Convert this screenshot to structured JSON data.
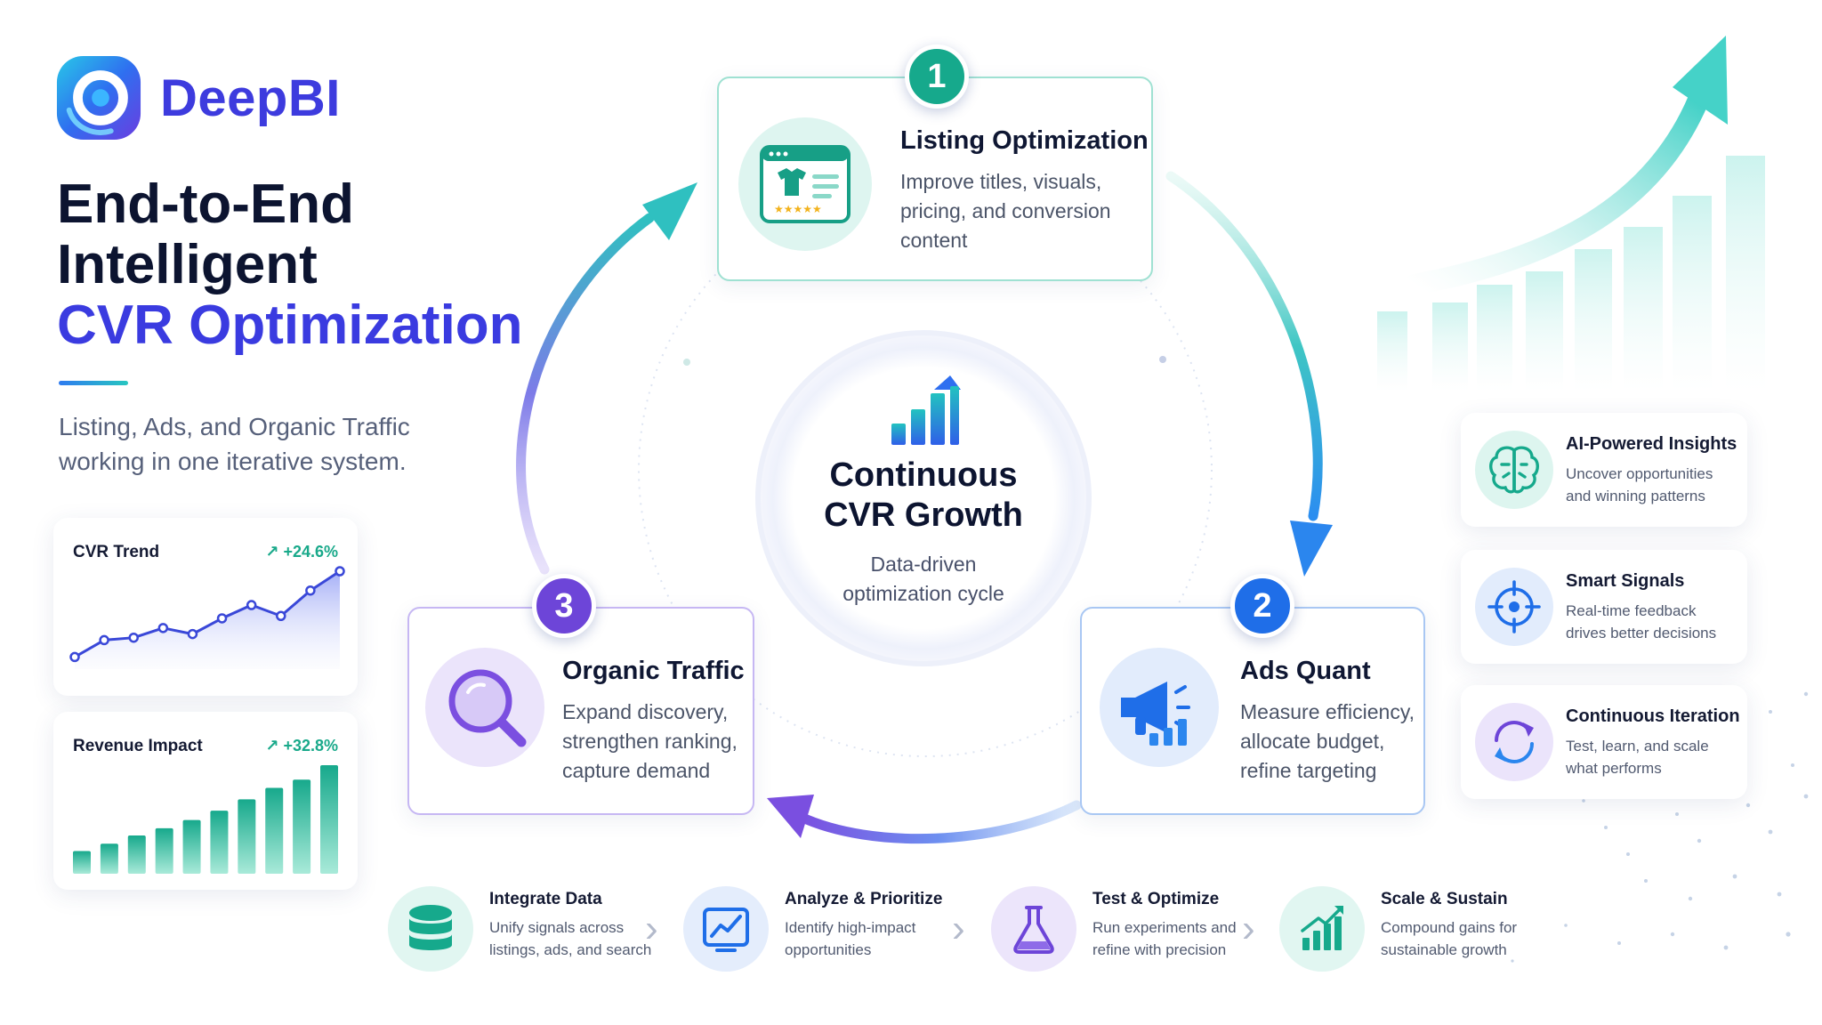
{
  "brand": {
    "name": "DeepBI"
  },
  "headline": {
    "line1": "End-to-End",
    "line2": "Intelligent",
    "line3": "CVR Optimization"
  },
  "subtitle": {
    "line1": "Listing, Ads, and Organic Traffic",
    "line2": "working in one iterative system."
  },
  "metrics": [
    {
      "title": "CVR Trend",
      "delta": "↗ +24.6%",
      "type": "line",
      "values": [
        1,
        2.4,
        2.6,
        3.4,
        2.9,
        4.2,
        5.3,
        4.4,
        6.5,
        8.1
      ]
    },
    {
      "title": "Revenue Impact",
      "delta": "↗ +32.8%",
      "type": "bar",
      "values": [
        2.2,
        2.9,
        3.7,
        4.4,
        5.2,
        6.1,
        7.2,
        8.3,
        9.1,
        10.5
      ]
    }
  ],
  "steps": [
    {
      "number": "1",
      "title": "Listing Optimization",
      "desc_lines": [
        "Improve titles, visuals,",
        "pricing, and conversion",
        "content"
      ],
      "icon": "listing-page-icon"
    },
    {
      "number": "2",
      "title": "Ads Quant",
      "desc_lines": [
        "Measure efficiency,",
        "allocate budget,",
        "refine targeting"
      ],
      "icon": "megaphone-icon"
    },
    {
      "number": "3",
      "title": "Organic Traffic",
      "desc_lines": [
        "Expand discovery,",
        "strengthen ranking,",
        "capture demand"
      ],
      "icon": "magnifier-icon"
    }
  ],
  "center": {
    "title_line1": "Continuous",
    "title_line2": "CVR Growth",
    "sub_line1": "Data-driven",
    "sub_line2": "optimization cycle",
    "icon": "growth-chart-icon"
  },
  "features": [
    {
      "title": "AI-Powered Insights",
      "desc_lines": [
        "Uncover opportunities",
        "and winning patterns"
      ],
      "icon": "brain-icon"
    },
    {
      "title": "Smart Signals",
      "desc_lines": [
        "Real-time feedback",
        "drives better decisions"
      ],
      "icon": "target-icon"
    },
    {
      "title": "Continuous Iteration",
      "desc_lines": [
        "Test, learn, and scale",
        "what performs"
      ],
      "icon": "refresh-icon"
    }
  ],
  "process": [
    {
      "title": "Integrate Data",
      "desc_lines": [
        "Unify signals across",
        "listings, ads, and search"
      ],
      "icon": "database-icon"
    },
    {
      "title": "Analyze & Prioritize",
      "desc_lines": [
        "Identify high-impact",
        "opportunities"
      ],
      "icon": "analytics-icon"
    },
    {
      "title": "Test & Optimize",
      "desc_lines": [
        "Run experiments and",
        "refine with precision"
      ],
      "icon": "flask-icon"
    },
    {
      "title": "Scale & Sustain",
      "desc_lines": [
        "Compound gains for",
        "sustainable growth"
      ],
      "icon": "bar-growth-icon"
    }
  ],
  "colors": {
    "brand": "#3d3bde",
    "teal": "#16a98c",
    "blue": "#1f6ee8",
    "purple": "#6d45d8",
    "delta_green": "#19a98a"
  }
}
